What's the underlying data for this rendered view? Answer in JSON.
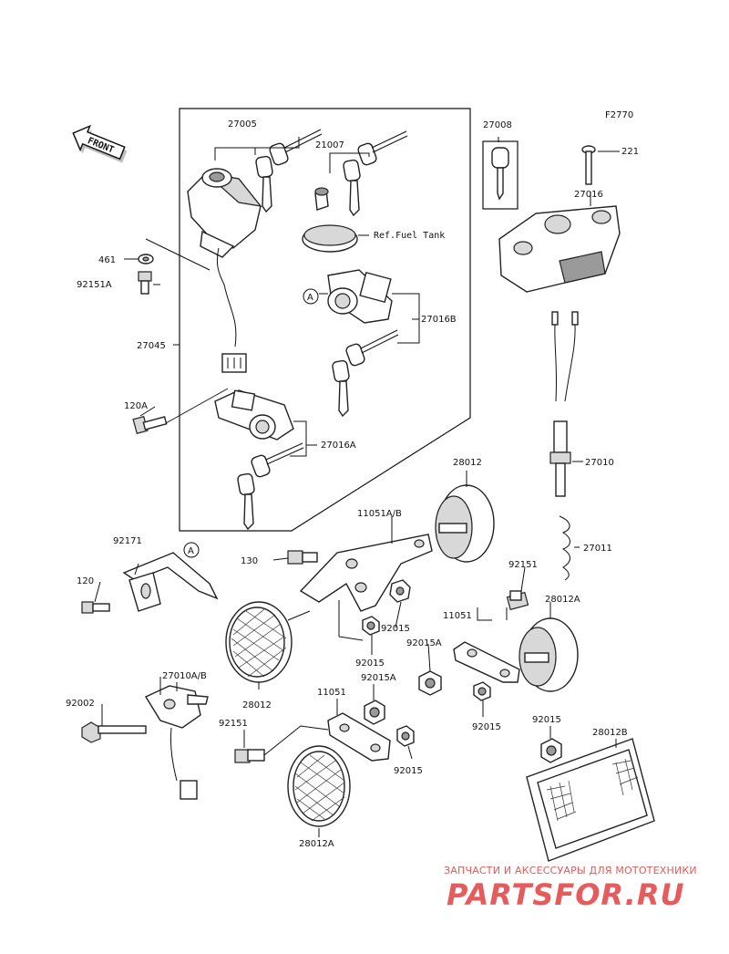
{
  "diagram_code": "F2770",
  "direction": "FRONT",
  "ref_note": "Ref.Fuel Tank",
  "callout": "A",
  "part_numbers": {
    "p27005": "27005",
    "p21007": "21007",
    "p27008": "27008",
    "p221": "221",
    "p27016": "27016",
    "p461": "461",
    "p92151A": "92151A",
    "p27045": "27045",
    "p27016B": "27016B",
    "p120A": "120A",
    "p27016A": "27016A",
    "p27010": "27010",
    "p28012_top": "28012",
    "p11051AB": "11051A/B",
    "p92171": "92171",
    "p130": "130",
    "p27011": "27011",
    "p120": "120",
    "p92151_right": "92151",
    "p28012A_right": "28012A",
    "p11051_right": "11051",
    "p92015_mid": "92015",
    "p92015A_right": "92015A",
    "p92015_bracket": "92015",
    "p27010AB": "27010A/B",
    "p92002": "92002",
    "p28012_left": "28012",
    "p11051_bottom": "11051",
    "p92015A_bottom": "92015A",
    "p92015_right": "92015",
    "p92015_top_right": "92015",
    "p28012B": "28012B",
    "p92151_bottom": "92151",
    "p92015_bottom": "92015",
    "p28012A_bottom": "28012A"
  },
  "watermark": {
    "tagline": "ЗАПЧАСТИ И АКСЕССУАРЫ ДЛЯ МОТОТЕХНИКИ",
    "logo": "PARTSFOR.RU",
    "color": "#e65c5c"
  }
}
